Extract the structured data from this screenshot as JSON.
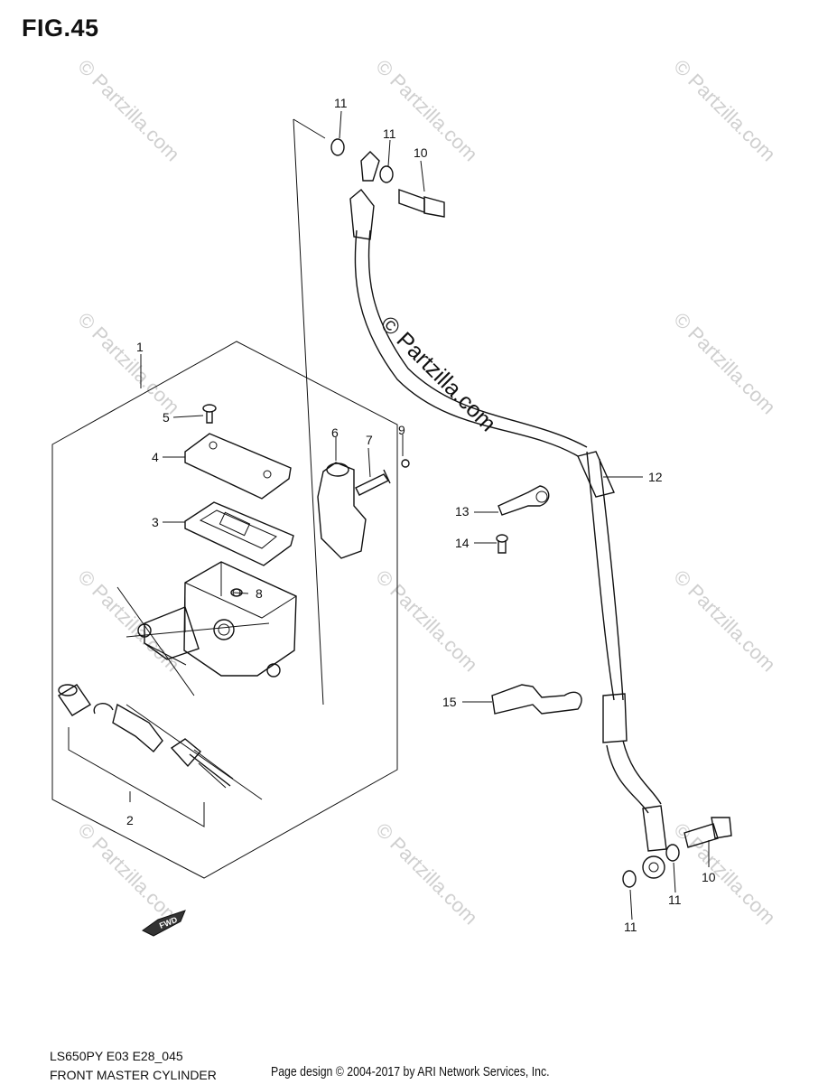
{
  "figure": {
    "title": "FIG.45",
    "model_code": "LS650PY E03 E28_045",
    "assembly_name": "FRONT MASTER CYLINDER",
    "copyright": "Page design © 2004-2017 by ARI Network Services, Inc."
  },
  "watermark": {
    "text": "© Partzilla.com",
    "center_text": "© Partzilla.com"
  },
  "fwd_label": "FWD",
  "callouts": [
    {
      "id": "c1",
      "label": "1"
    },
    {
      "id": "c2",
      "label": "2"
    },
    {
      "id": "c3",
      "label": "3"
    },
    {
      "id": "c4",
      "label": "4"
    },
    {
      "id": "c5",
      "label": "5"
    },
    {
      "id": "c6",
      "label": "6"
    },
    {
      "id": "c7",
      "label": "7"
    },
    {
      "id": "c8",
      "label": "8"
    },
    {
      "id": "c9",
      "label": "9"
    },
    {
      "id": "c10a",
      "label": "10"
    },
    {
      "id": "c10b",
      "label": "10"
    },
    {
      "id": "c11a",
      "label": "11"
    },
    {
      "id": "c11b",
      "label": "11"
    },
    {
      "id": "c11c",
      "label": "11"
    },
    {
      "id": "c11d",
      "label": "11"
    },
    {
      "id": "c12",
      "label": "12"
    },
    {
      "id": "c13",
      "label": "13"
    },
    {
      "id": "c14",
      "label": "14"
    },
    {
      "id": "c15",
      "label": "15"
    }
  ]
}
